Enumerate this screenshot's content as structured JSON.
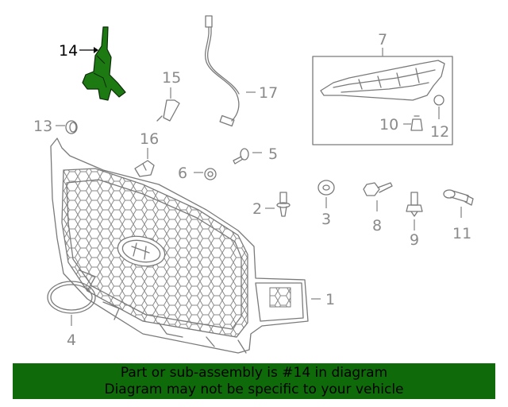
{
  "callouts": [
    {
      "num": "14",
      "highlight": true
    },
    {
      "num": "15"
    },
    {
      "num": "17"
    },
    {
      "num": "7"
    },
    {
      "num": "13"
    },
    {
      "num": "16"
    },
    {
      "num": "5"
    },
    {
      "num": "6"
    },
    {
      "num": "10"
    },
    {
      "num": "12"
    },
    {
      "num": "2"
    },
    {
      "num": "3"
    },
    {
      "num": "8"
    },
    {
      "num": "9"
    },
    {
      "num": "11"
    },
    {
      "num": "1"
    },
    {
      "num": "4"
    }
  ],
  "banner": {
    "line1": "Part or sub-assembly is #14 in diagram",
    "line2": "Diagram may not be specific to your vehicle"
  },
  "colors": {
    "highlight_part": "#1d7a12",
    "banner_bg": "#0f6b0a",
    "line_art": "#7a7a7a"
  }
}
